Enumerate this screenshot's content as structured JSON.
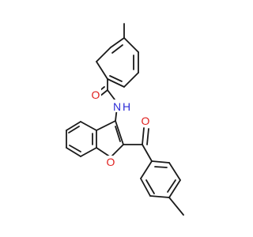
{
  "colors": {
    "bond": "#1a1a1a",
    "oxygen": "#e0201e",
    "nitrogen": "#2b2bd6",
    "hydrogen": "#2b2bd6"
  },
  "atoms": {
    "amide_oxygen": "O",
    "amide_nitrogen": "N",
    "amide_hydrogen": "H",
    "ketone_oxygen": "O",
    "furan_oxygen": "O"
  }
}
